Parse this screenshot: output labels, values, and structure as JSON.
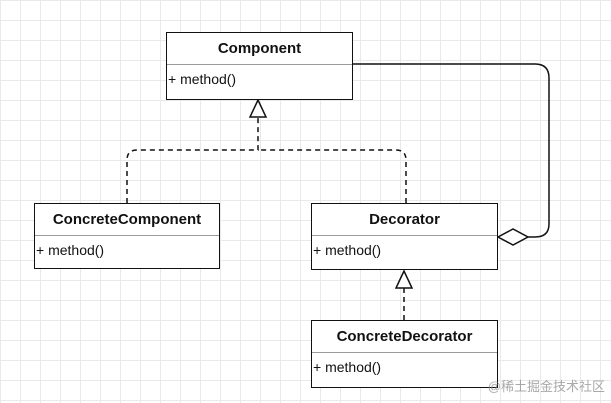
{
  "diagram": {
    "classes": {
      "component": {
        "name": "Component",
        "methods": [
          "+ method()"
        ]
      },
      "concrete_component": {
        "name": "ConcreteComponent",
        "methods": [
          "+ method()"
        ]
      },
      "decorator": {
        "name": "Decorator",
        "methods": [
          "+ method()"
        ]
      },
      "concrete_decorator": {
        "name": "ConcreteDecorator",
        "methods": [
          "+ method()"
        ]
      }
    },
    "relationships": [
      {
        "type": "realization",
        "from": "ConcreteComponent",
        "to": "Component"
      },
      {
        "type": "realization",
        "from": "Decorator",
        "to": "Component"
      },
      {
        "type": "realization",
        "from": "ConcreteDecorator",
        "to": "Decorator"
      },
      {
        "type": "aggregation",
        "from": "Decorator",
        "to": "Component"
      }
    ]
  },
  "watermark": "@稀土掘金技术社区",
  "colors": {
    "line": "#111111",
    "grid": "#e9e9e9",
    "background": "#ffffff"
  }
}
